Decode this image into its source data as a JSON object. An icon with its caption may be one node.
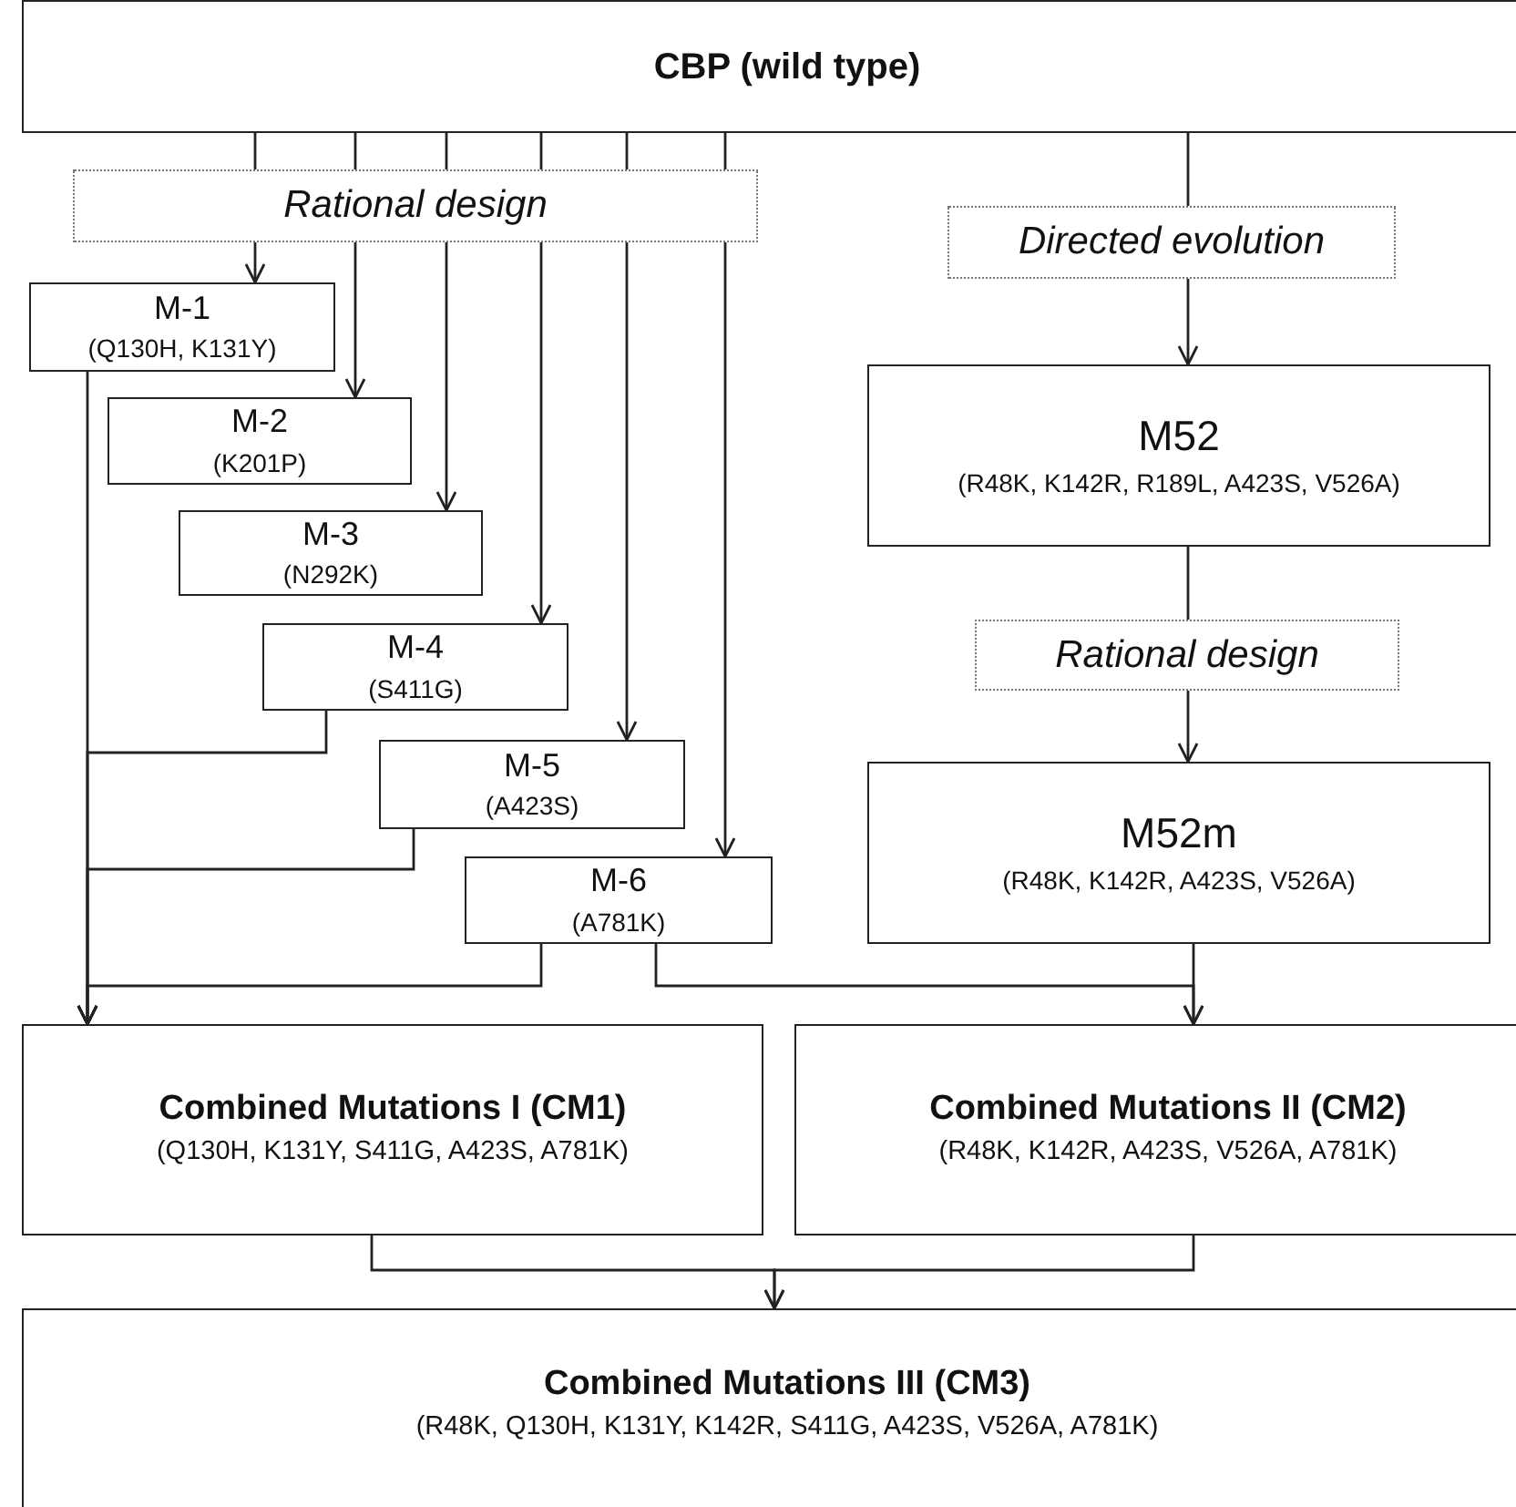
{
  "diagram": {
    "nodes": [
      {
        "text": [
          "CBP (wild type)"
        ]
      },
      {
        "text": [
          "Rational design"
        ]
      },
      {
        "text": [
          "M-1",
          "(Q130H, K131Y)"
        ]
      },
      {
        "text": [
          "M-2",
          "(K201P)"
        ]
      },
      {
        "text": [
          "M-3",
          "(N292K)"
        ]
      },
      {
        "text": [
          "M-4",
          "(S411G)"
        ]
      },
      {
        "text": [
          "M-5",
          "(A423S)"
        ]
      },
      {
        "text": [
          "M-6",
          "(A781K)"
        ]
      },
      {
        "text": [
          "Directed evolution"
        ]
      },
      {
        "text": [
          "M52",
          "(R48K, K142R, R189L, A423S, V526A)"
        ]
      },
      {
        "text": [
          "Rational design"
        ]
      },
      {
        "text": [
          "M52m",
          "(R48K, K142R, A423S, V526A)"
        ]
      },
      {
        "text": [
          "Combined Mutations I (CM1)",
          "(Q130H, K131Y, S411G, A423S, A781K)"
        ]
      },
      {
        "text": [
          "Combined Mutations II (CM2)",
          "(R48K, K142R, A423S, V526A, A781K)"
        ]
      },
      {
        "text": [
          "Combined Mutations III (CM3)",
          "(R48K, Q130H, K131Y, K142R, S411G, A423S, V526A, A781K)"
        ]
      }
    ],
    "edges": [
      {
        "from": 0,
        "to": 1,
        "arrow": "none"
      },
      {
        "from": 0,
        "to": 1,
        "arrow": "none"
      },
      {
        "from": 0,
        "to": 1,
        "arrow": "none"
      },
      {
        "from": 0,
        "to": 1,
        "arrow": "none"
      },
      {
        "from": 0,
        "to": 1,
        "arrow": "none"
      },
      {
        "from": 0,
        "to": 1,
        "arrow": "none"
      },
      {
        "from": 1,
        "to": 2,
        "arrow": "to"
      },
      {
        "from": 1,
        "to": 3,
        "arrow": "to"
      },
      {
        "from": 1,
        "to": 4,
        "arrow": "to"
      },
      {
        "from": 1,
        "to": 5,
        "arrow": "to"
      },
      {
        "from": 1,
        "to": 6,
        "arrow": "to"
      },
      {
        "from": 1,
        "to": 7,
        "arrow": "to"
      },
      {
        "from": 0,
        "to": 8,
        "arrow": "none"
      },
      {
        "from": 8,
        "to": 9,
        "arrow": "to"
      },
      {
        "from": 9,
        "to": 10,
        "arrow": "none"
      },
      {
        "from": 10,
        "to": 11,
        "arrow": "to"
      },
      {
        "from": 2,
        "to": 12,
        "arrow": "to"
      },
      {
        "from": 5,
        "to": 12,
        "arrow": "to"
      },
      {
        "from": 6,
        "to": 12,
        "arrow": "to"
      },
      {
        "from": 7,
        "to": 12,
        "arrow": "to"
      },
      {
        "from": 7,
        "to": 13,
        "arrow": "to"
      },
      {
        "from": 11,
        "to": 13,
        "arrow": "to"
      },
      {
        "from": 12,
        "to": 14,
        "arrow": "to"
      },
      {
        "from": 13,
        "to": 14,
        "arrow": "to"
      }
    ]
  }
}
